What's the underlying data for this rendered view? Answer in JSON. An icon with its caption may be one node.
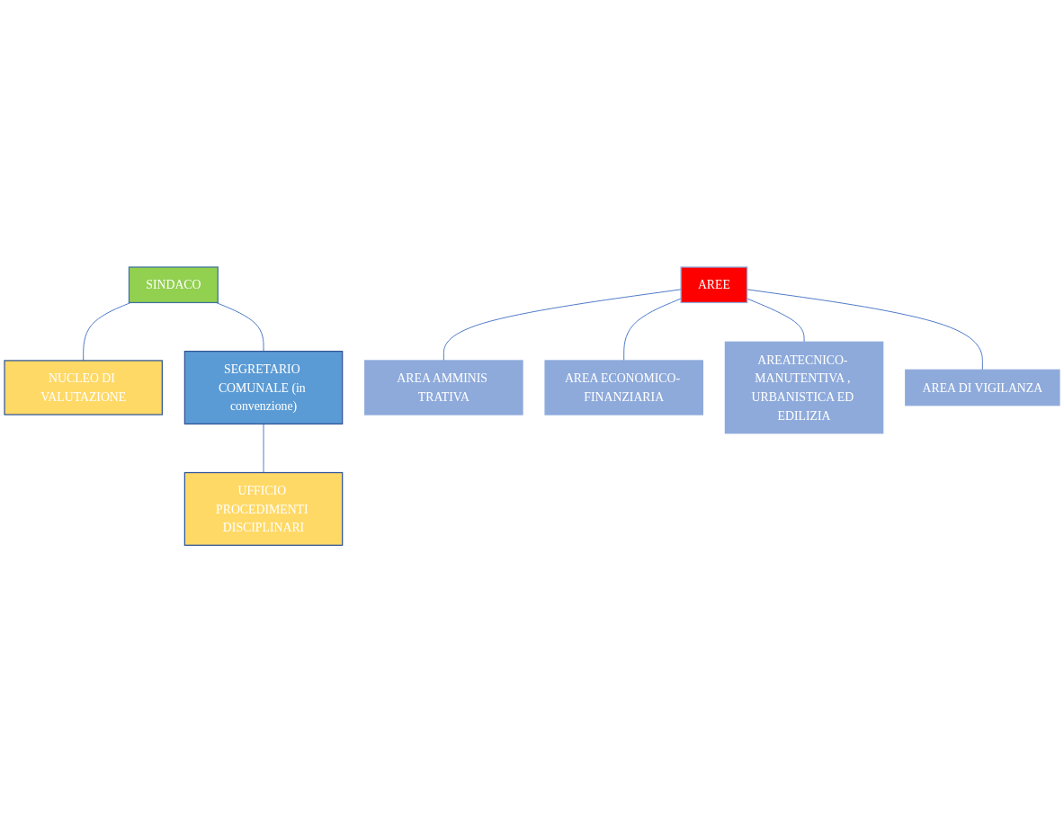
{
  "diagram": {
    "nodes": [
      {
        "text": [
          "SINDACO"
        ]
      },
      {
        "text": [
          "NUCLEO DI VALUTAZIONE"
        ]
      },
      {
        "text": [
          "SEGRETARIO COMUNALE (in convenzione)"
        ]
      },
      {
        "text": [
          "UFFICIO PROCEDIMENTI DISCIPLINARI"
        ]
      },
      {
        "text": [
          "AREE"
        ]
      },
      {
        "text": [
          "AREA AMMINIS TRATIVA"
        ]
      },
      {
        "text": [
          "AREA ECONOMICO- FINANZIARIA"
        ]
      },
      {
        "text": [
          "AREATECNICO- MANUTENTIVA , URBANISTICA ED EDILIZIA"
        ]
      },
      {
        "text": [
          "AREA DI VIGILANZA"
        ]
      }
    ],
    "edges": [
      {
        "from": 0,
        "to": 1,
        "arrow": "none"
      },
      {
        "from": 0,
        "to": 2,
        "arrow": "none"
      },
      {
        "from": 2,
        "to": 3,
        "arrow": "none"
      },
      {
        "from": 4,
        "to": 5,
        "arrow": "none"
      },
      {
        "from": 4,
        "to": 6,
        "arrow": "none"
      },
      {
        "from": 4,
        "to": 7,
        "arrow": "none"
      },
      {
        "from": 4,
        "to": 8,
        "arrow": "none"
      }
    ]
  }
}
